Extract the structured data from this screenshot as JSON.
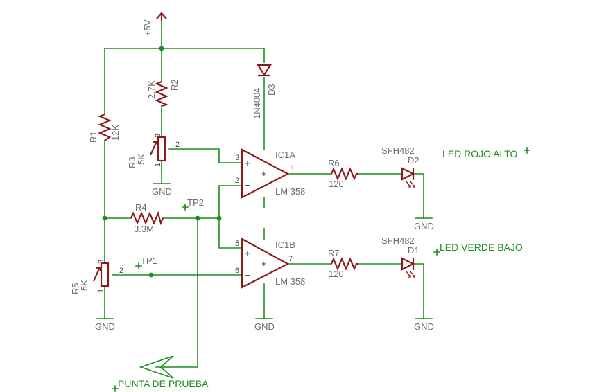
{
  "supply": {
    "label": "+5V"
  },
  "ground_label": "GND",
  "components": {
    "R1": {
      "ref": "R1",
      "value": "12K"
    },
    "R2": {
      "ref": "R2",
      "value": "2.7K"
    },
    "R3": {
      "ref": "R3",
      "value": "5K"
    },
    "R4": {
      "ref": "R4",
      "value": "3.3M"
    },
    "R5": {
      "ref": "R5",
      "value": "5K"
    },
    "R6": {
      "ref": "R6",
      "value": "120"
    },
    "R7": {
      "ref": "R7",
      "value": "120"
    },
    "D1": {
      "ref": "D1",
      "value": "SFH482"
    },
    "D2": {
      "ref": "D2",
      "value": "SFH482"
    },
    "D3": {
      "ref": "D3",
      "value": "1N4004"
    },
    "IC1A": {
      "ref": "IC1A",
      "value": "LM 358"
    },
    "IC1B": {
      "ref": "IC1B",
      "value": "LM 358"
    }
  },
  "pins": {
    "pot_wiper": "2",
    "pot_top": "3",
    "pot_bottom": "1",
    "ic1a_noninv": "3",
    "ic1a_inv": "2",
    "ic1a_out": "1",
    "ic1b_noninv": "5",
    "ic1b_inv": "6",
    "ic1b_out": "7"
  },
  "symbols": {
    "plus": "+",
    "minus": "−"
  },
  "test_points": {
    "tp1": "TP1",
    "tp2": "TP2"
  },
  "net_labels": {
    "led_red": "LED ROJO ALTO",
    "led_green": "LED VERDE BAJO",
    "probe": "PUNTA DE PRUEBA"
  },
  "colors": {
    "wire": "#1e8c1e",
    "part": "#8b1a1a",
    "text": "#6e6e6e"
  }
}
